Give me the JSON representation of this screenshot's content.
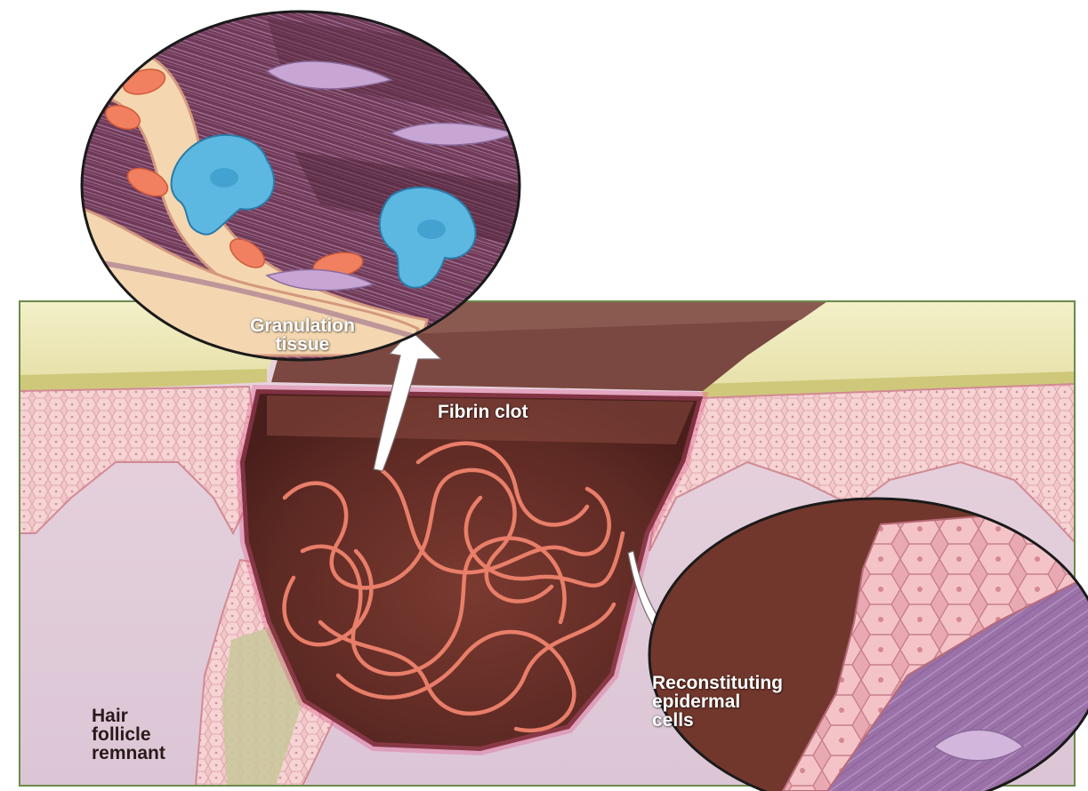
{
  "labels": {
    "granulation": [
      "Granulation",
      "tissue"
    ],
    "fibrin_clot": "Fibrin clot",
    "reconstituting": [
      "Reconstituting",
      "epidermal",
      "cells"
    ],
    "hair_follicle": [
      "Hair",
      "follicle",
      "remnant"
    ]
  }
}
